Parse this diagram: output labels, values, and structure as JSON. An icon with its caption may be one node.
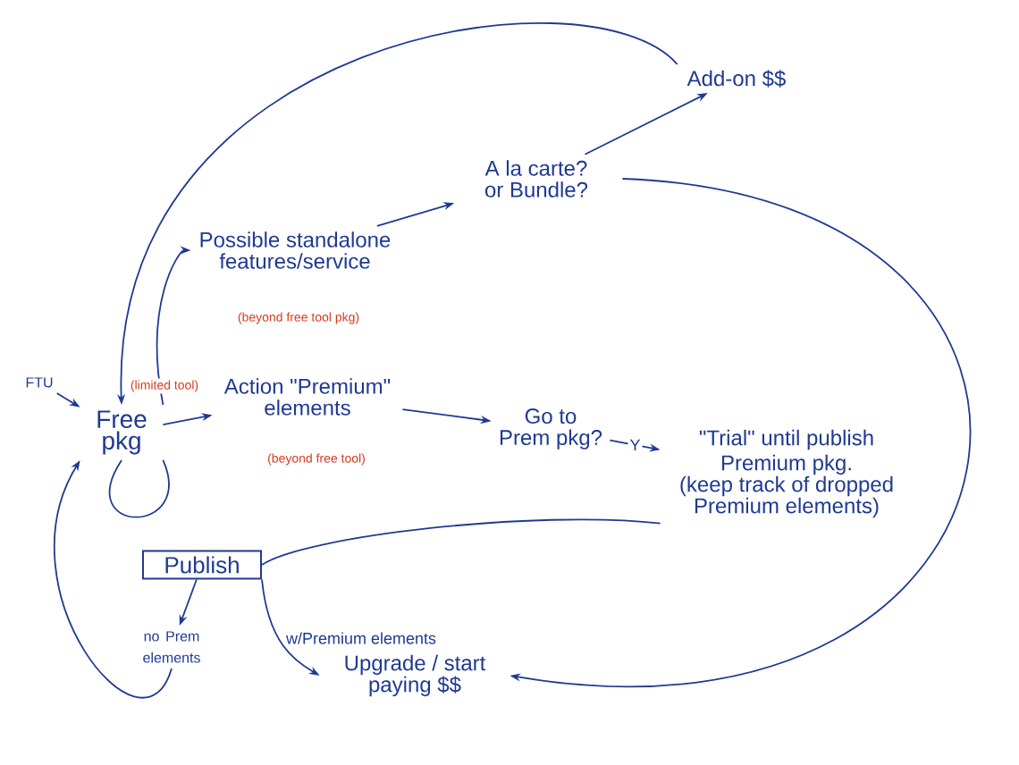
{
  "diagram": {
    "nodes": [
      {
        "text": [
          "FTU"
        ]
      },
      {
        "text": [
          "Free pkg"
        ],
        "beside": [
          "(limited tool)"
        ]
      },
      {
        "text": [
          "Possible standalone features/service"
        ],
        "beside": [
          "(beyond free tool pkg)"
        ]
      },
      {
        "text": [
          "A la carte? or Bundle?"
        ]
      },
      {
        "text": [
          "Add-on $$"
        ]
      },
      {
        "text": [
          "Action \"Premium\" elements"
        ],
        "beside": [
          "(beyond free tool)"
        ]
      },
      {
        "text": [
          "Go to Prem pkg?"
        ]
      },
      {
        "text": [
          "\"Trial\" until publish Premium pkg.",
          "(keep track of dropped Premium elements)"
        ]
      },
      {
        "text": [
          "Publish"
        ]
      },
      {
        "text": [
          "Upgrade / start paying $$"
        ]
      },
      {
        "text": [
          "no Prem elements"
        ]
      }
    ],
    "edges": [
      {
        "from": 0,
        "to": 1,
        "arrow": "to"
      },
      {
        "from": 4,
        "to": 1,
        "arrow": "to"
      },
      {
        "from": 1,
        "to": 2,
        "arrow": "to"
      },
      {
        "from": 2,
        "to": 3,
        "arrow": "to"
      },
      {
        "from": 3,
        "to": 4,
        "arrow": "to"
      },
      {
        "from": 3,
        "to": 9,
        "arrow": "to"
      },
      {
        "from": 1,
        "to": 5,
        "arrow": "to"
      },
      {
        "from": 5,
        "to": 6,
        "arrow": "to"
      },
      {
        "from": 6,
        "to": 7,
        "label": "Y",
        "arrow": "to"
      },
      {
        "from": 7,
        "to": 8,
        "arrow": "none"
      },
      {
        "from": 1,
        "to": 1,
        "arrow": "none"
      },
      {
        "from": 8,
        "to": 9,
        "label": "w/Premium elements",
        "arrow": "to"
      },
      {
        "from": 8,
        "to": 10,
        "arrow": "to"
      },
      {
        "from": 10,
        "to": 1,
        "arrow": "to"
      }
    ]
  }
}
